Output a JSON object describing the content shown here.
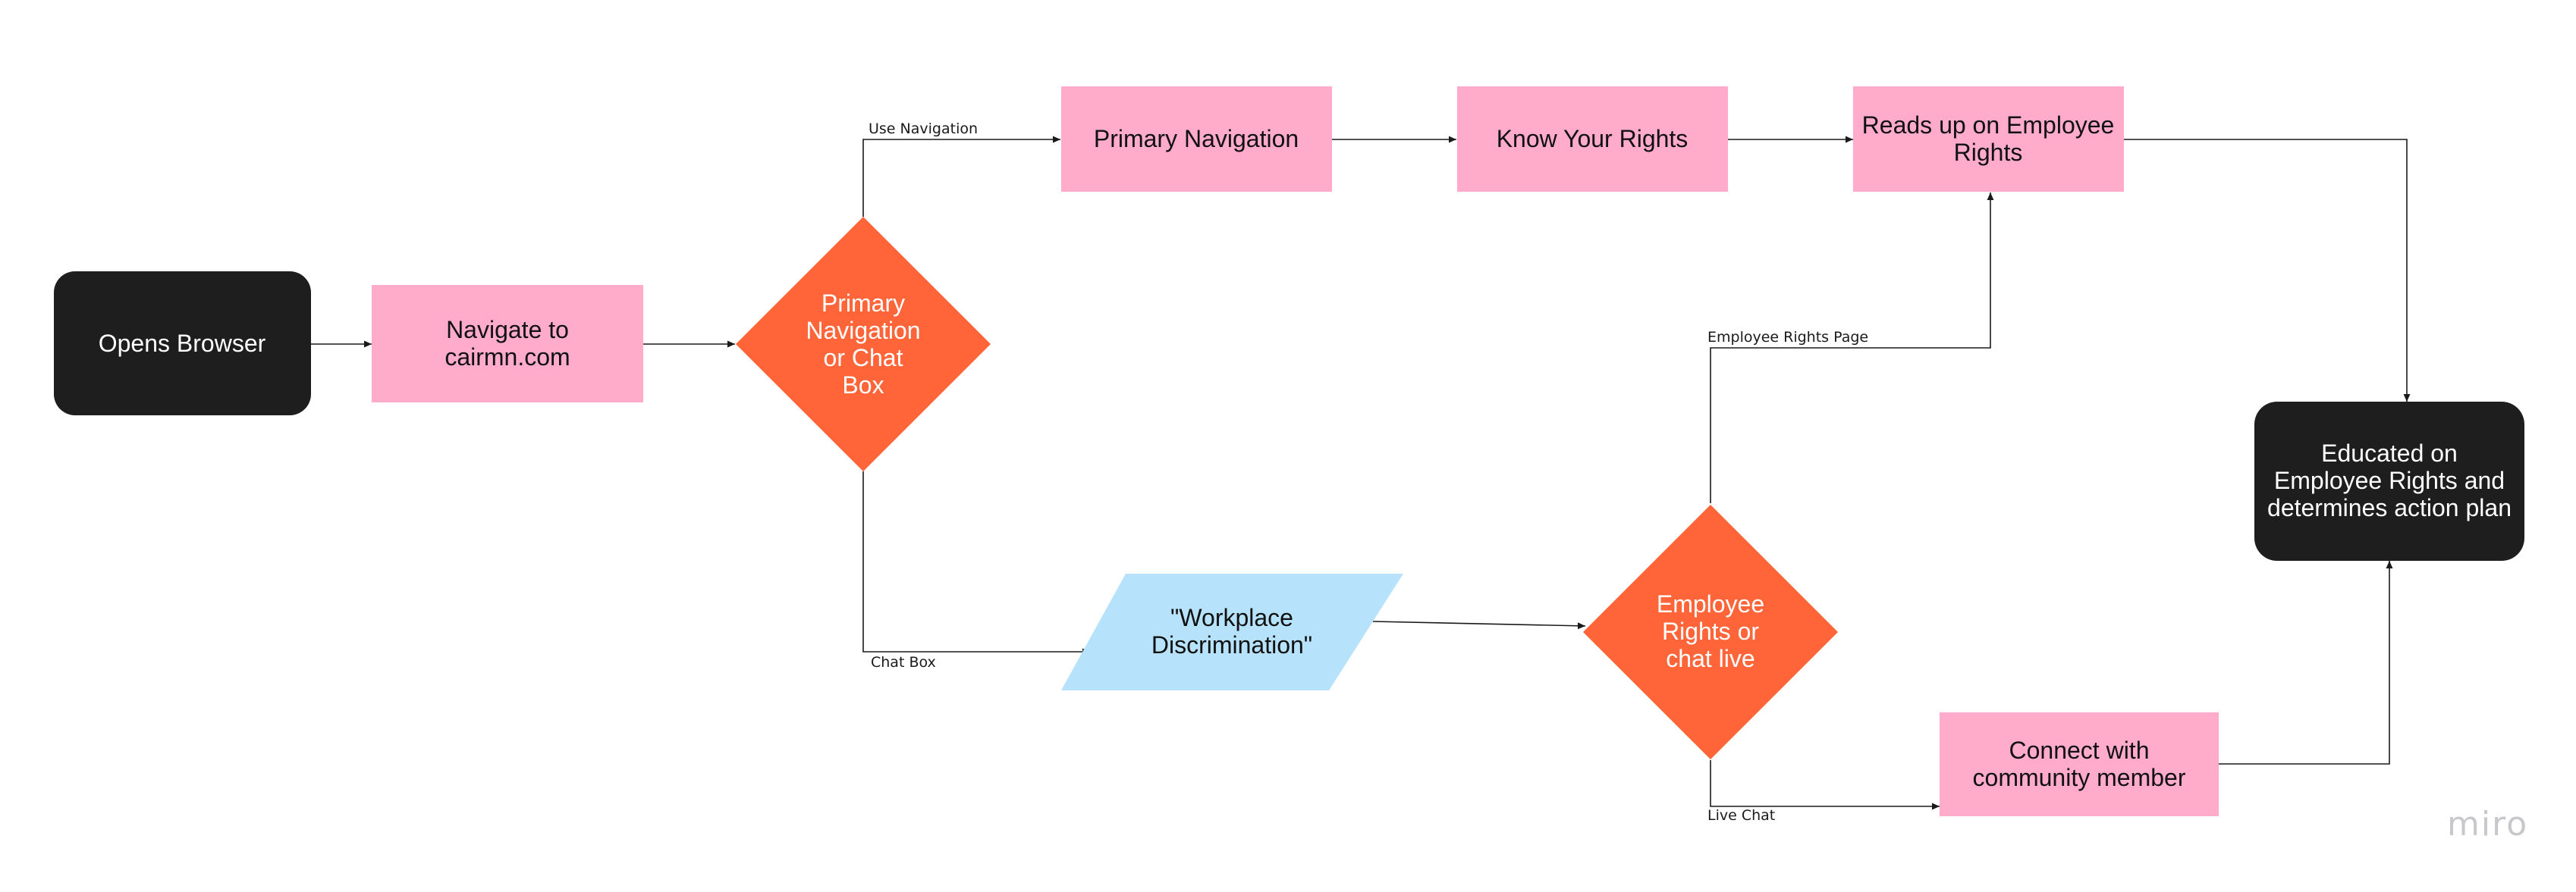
{
  "colors": {
    "terminal": "#1e1e1e",
    "process": "#ffabc9",
    "decision": "#ff6538",
    "input": "#b6e3fb",
    "edge": "#1a1a1a",
    "text_dark": "#111111",
    "text_light": "#ffffff"
  },
  "nodes": {
    "opens_browser": {
      "lines": [
        "Opens Browser"
      ]
    },
    "navigate": {
      "lines": [
        "Navigate to",
        "cairmn.com"
      ]
    },
    "decision_nav_chat": {
      "lines": [
        "Primary",
        "Navigation",
        "or Chat",
        "Box"
      ]
    },
    "primary_navigation": {
      "lines": [
        "Primary Navigation"
      ]
    },
    "know_rights": {
      "lines": [
        "Know Your Rights"
      ]
    },
    "reads_up": {
      "lines": [
        "Reads up on Employee",
        "Rights"
      ]
    },
    "workplace_discrimination": {
      "lines": [
        "\"Workplace",
        "Discrimination\""
      ]
    },
    "decision_rights_chat": {
      "lines": [
        "Employee",
        "Rights or",
        "chat live"
      ]
    },
    "connect_community": {
      "lines": [
        "Connect with",
        "community member"
      ]
    },
    "educated": {
      "lines": [
        "Educated on",
        "Employee Rights and",
        "determines action plan"
      ]
    }
  },
  "edge_labels": {
    "use_navigation": "Use Navigation",
    "chat_box": "Chat Box",
    "employee_rights_page": "Employee Rights Page",
    "live_chat": "Live Chat"
  },
  "brand": "miro"
}
